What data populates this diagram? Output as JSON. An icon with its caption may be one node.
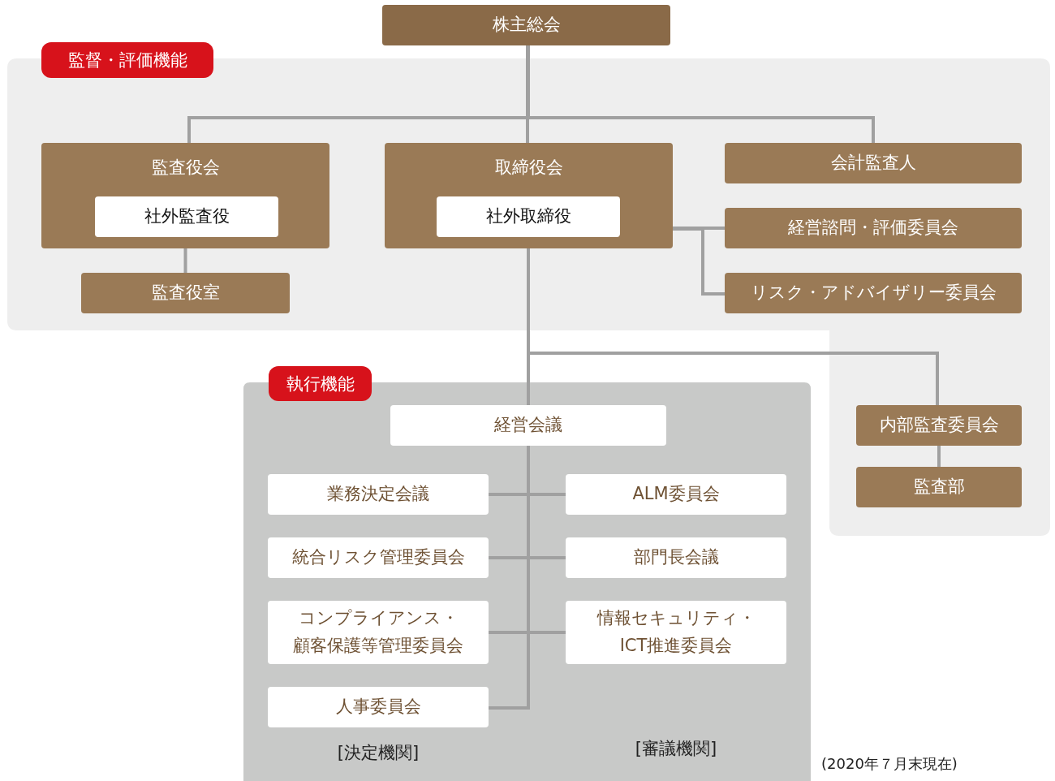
{
  "diagram": {
    "nodes": [
      {
        "text": [
          "株主総会"
        ]
      },
      {
        "text": [
          "監督・評価機能"
        ]
      },
      {
        "text": [
          "監査役会"
        ],
        "in": 1
      },
      {
        "text": [
          "社外監査役"
        ],
        "in": 2
      },
      {
        "text": [
          "取締役会"
        ],
        "in": 1
      },
      {
        "text": [
          "社外取締役"
        ],
        "in": 4
      },
      {
        "text": [
          "会計監査人"
        ],
        "in": 1
      },
      {
        "text": [
          "経営諮問・評価委員会"
        ],
        "in": 1
      },
      {
        "text": [
          "リスク・アドバイザリー委員会"
        ],
        "in": 1
      },
      {
        "text": [
          "監査役室"
        ],
        "in": 1
      },
      {
        "text": [
          "内部監査委員会"
        ],
        "in": 1
      },
      {
        "text": [
          "監査部"
        ],
        "in": 1
      },
      {
        "text": [
          "執行機能"
        ]
      },
      {
        "text": [
          "経営会議"
        ],
        "in": 12
      },
      {
        "text": [
          "業務決定会議"
        ],
        "in": 12
      },
      {
        "text": [
          "ALM委員会"
        ],
        "in": 12
      },
      {
        "text": [
          "統合リスク管理委員会"
        ],
        "in": 12
      },
      {
        "text": [
          "部門長会議"
        ],
        "in": 12
      },
      {
        "text": [
          "コンプライアンス・顧客保護等管理委員会"
        ],
        "in": 12
      },
      {
        "text": [
          "情報セキュリティ・ICT推進委員会"
        ],
        "in": 12
      },
      {
        "text": [
          "人事委員会"
        ],
        "in": 12
      }
    ],
    "edges": [
      {
        "from": 0,
        "to": 2,
        "arrow": "none"
      },
      {
        "from": 0,
        "to": 4,
        "arrow": "none"
      },
      {
        "from": 0,
        "to": 6,
        "arrow": "none"
      },
      {
        "from": 2,
        "to": 9,
        "arrow": "none"
      },
      {
        "from": 4,
        "to": 7,
        "arrow": "none"
      },
      {
        "from": 4,
        "to": 8,
        "arrow": "none"
      },
      {
        "from": 4,
        "to": 13,
        "arrow": "none"
      },
      {
        "from": 4,
        "to": 10,
        "arrow": "none"
      },
      {
        "from": 10,
        "to": 11,
        "arrow": "none"
      },
      {
        "from": 13,
        "to": 14,
        "arrow": "none"
      },
      {
        "from": 13,
        "to": 15,
        "arrow": "none"
      },
      {
        "from": 13,
        "to": 16,
        "arrow": "none"
      },
      {
        "from": 13,
        "to": 17,
        "arrow": "none"
      },
      {
        "from": 13,
        "to": 18,
        "arrow": "none"
      },
      {
        "from": 13,
        "to": 19,
        "arrow": "none"
      },
      {
        "from": 13,
        "to": 20,
        "arrow": "none"
      }
    ],
    "labels": [
      "[決定機関]",
      "[審議機関]",
      "(2020年７月末現在)"
    ]
  }
}
